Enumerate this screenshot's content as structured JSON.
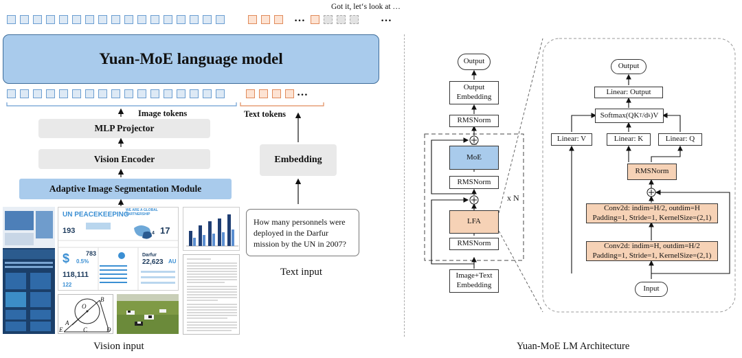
{
  "left": {
    "language_model": "Yuan-MoE language model",
    "top_text": "Got it, let‘s look at …",
    "dots": "…",
    "image_tokens_label": "Image tokens",
    "text_tokens_label": "Text tokens",
    "mlp_projector": "MLP Projector",
    "vision_encoder": "Vision Encoder",
    "segmentation_module": "Adaptive Image Segmentation Module",
    "embedding": "Embedding",
    "text_input_question": "How many personnels were deployed in the Darfur mission by the UN in 2007?",
    "vision_input_caption": "Vision input",
    "text_input_caption": "Text input",
    "infographic": {
      "title": "UN PEACEKEEPING",
      "banner": "WE ARE A GLOBAL PARTNERSHIP",
      "stat_a": "193",
      "stat_b": "17",
      "stat_c": "783",
      "stat_d": "0.5%",
      "stat_e": "118,111",
      "stat_f": "122",
      "stat_g": "4",
      "region": "Darfur",
      "stat_h": "22,623",
      "tag": "AU"
    },
    "geometry_labels": [
      "O",
      "B",
      "A",
      "C",
      "D",
      "E"
    ]
  },
  "right": {
    "caption": "Yuan-MoE LM Architecture",
    "output": "Output",
    "output_embedding": "Output Embedding",
    "rmsnorm": "RMSNorm",
    "moe": "MoE",
    "lfa": "LFA",
    "repeat": "x N",
    "input_embedding": "Image+Text Embedding",
    "plus": "+",
    "lfa_detail": {
      "output": "Output",
      "linear_output": "Linear: Output",
      "softmax_prefix": "Softmax(QK",
      "softmax_sup": "T",
      "softmax_mid": "/d",
      "softmax_sub": "k",
      "softmax_suffix": ")V",
      "linear_v": "Linear: V",
      "linear_k": "Linear: K",
      "linear_q": "Linear: Q",
      "rmsnorm": "RMSNorm",
      "conv2_line1": "Conv2d: indim=H/2, outdim=H",
      "conv2_line2": "Padding=1, Stride=1, KernelSize=(2,1)",
      "conv1_line1": "Conv2d: indim=H, outdim=H/2",
      "conv1_line2": "Padding=1, Stride=1, KernelSize=(2,1)",
      "input": "Input"
    }
  }
}
